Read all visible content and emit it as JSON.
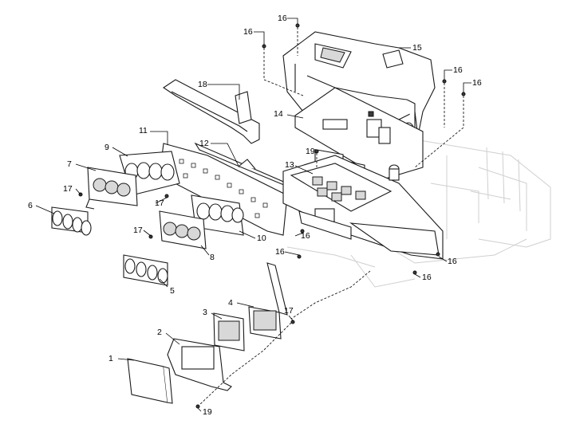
{
  "diagram": {
    "callouts": [
      {
        "id": "c1",
        "label": "1"
      },
      {
        "id": "c2",
        "label": "2"
      },
      {
        "id": "c3",
        "label": "3"
      },
      {
        "id": "c4",
        "label": "4"
      },
      {
        "id": "c5",
        "label": "5"
      },
      {
        "id": "c6",
        "label": "6"
      },
      {
        "id": "c7",
        "label": "7"
      },
      {
        "id": "c8",
        "label": "8"
      },
      {
        "id": "c9",
        "label": "9"
      },
      {
        "id": "c10",
        "label": "10"
      },
      {
        "id": "c11",
        "label": "11"
      },
      {
        "id": "c12",
        "label": "12"
      },
      {
        "id": "c13",
        "label": "13"
      },
      {
        "id": "c14",
        "label": "14"
      },
      {
        "id": "c15",
        "label": "15"
      },
      {
        "id": "c16a",
        "label": "16"
      },
      {
        "id": "c16b",
        "label": "16"
      },
      {
        "id": "c16c",
        "label": "16"
      },
      {
        "id": "c16d",
        "label": "16"
      },
      {
        "id": "c16e",
        "label": "16"
      },
      {
        "id": "c16f",
        "label": "16"
      },
      {
        "id": "c16g",
        "label": "16"
      },
      {
        "id": "c16h",
        "label": "16"
      },
      {
        "id": "c17a",
        "label": "17"
      },
      {
        "id": "c17b",
        "label": "17"
      },
      {
        "id": "c17c",
        "label": "17"
      },
      {
        "id": "c17d",
        "label": "17"
      },
      {
        "id": "c18",
        "label": "18"
      },
      {
        "id": "c19a",
        "label": "19"
      },
      {
        "id": "c19b",
        "label": "19"
      }
    ]
  }
}
